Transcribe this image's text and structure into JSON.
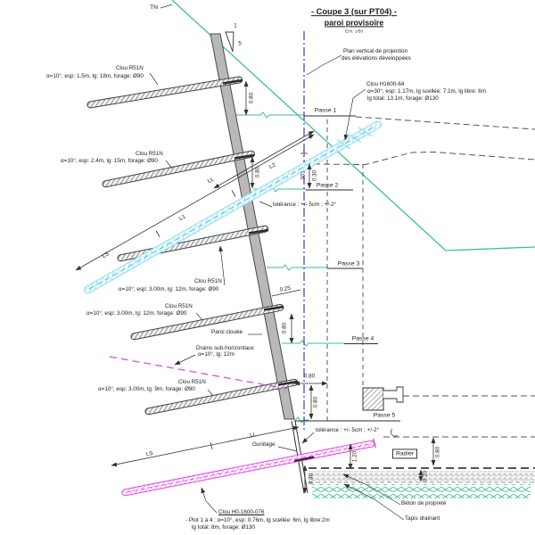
{
  "title": {
    "line1": "- Coupe 3 (sur PT04) -",
    "line2": "paroi provisoire",
    "scale": "Ech: 1/50"
  },
  "terrain": {
    "tn_label": "TN"
  },
  "slope": {
    "num": "1",
    "den": "5"
  },
  "projection_plane": {
    "line1": "Plan vertical de projection",
    "line2": "des élévations développées"
  },
  "anchor_top": {
    "name": "Clou H1600-64",
    "spec1": "α=30°, esp: 1.17m, lg scellée: 7.1m, lg libre: 6m",
    "spec2": "lg total: 13.1m, forage: Ø130"
  },
  "anchor_bottom": {
    "name": "Clou H0-1600-076",
    "spec1": "- Plot 1 à 4 : α=10°, esp: 0.76m, lg scellée: 6m, lg libre:2m",
    "spec2": "lg total: 8m, forage: Ø130"
  },
  "nails": [
    {
      "name": "Clou R51N",
      "spec": "α=10°, esp: 1.5m, lg: 18m, forage: Ø90"
    },
    {
      "name": "Clou R51N",
      "spec": "α=10°, esp: 2.4m, lg: 15m, forage: Ø90"
    },
    {
      "name": "Clou R51N",
      "spec": "α=10°, esp: 3.00m, lg: 12m, forage: Ø90"
    },
    {
      "name": "Clou R51N",
      "spec": "α=10°, esp: 3.00m, lg: 12m, forage: Ø90"
    },
    {
      "name": "Clou R51N",
      "spec": "α=10°, esp: 3.00m, lg: 9m, forage: Ø90"
    }
  ],
  "drains": {
    "line1": "Drains sub-horizontaux",
    "line2": "α=10°, lg: 12m"
  },
  "passes": {
    "p1": "Passe 1",
    "p2": "Passe 2",
    "p3": "Passe 3",
    "p4": "Passe 4",
    "p5": "Passe 5"
  },
  "structures": {
    "paroi_clouee": "Paroi clouée",
    "gunitage": "Gunitage",
    "radier": "Radier",
    "beton": "Béton de propreté",
    "tapis": "Tapis drainant"
  },
  "tolerance": "tolérance : +/- 5cm ; +/-2°",
  "dims": {
    "d080": "0.80",
    "d025": "0.25",
    "d030": "0.30",
    "d120": "1.20",
    "d010": "0.10",
    "angle30": "30°"
  },
  "measures": {
    "ls": "LS",
    "ll": "LL",
    "l1": "L1",
    "l2": "L2"
  },
  "colors": {
    "terrain_green": "#3fbf92",
    "projection_blue": "#3a3ac8",
    "anchor_cyan": "#7fd9f2",
    "drain_magenta": "#d75fd7",
    "nail_magenta": "#ee3cee",
    "wall_grey": "#b8b8b8",
    "line_dark": "#3c3c3c"
  }
}
